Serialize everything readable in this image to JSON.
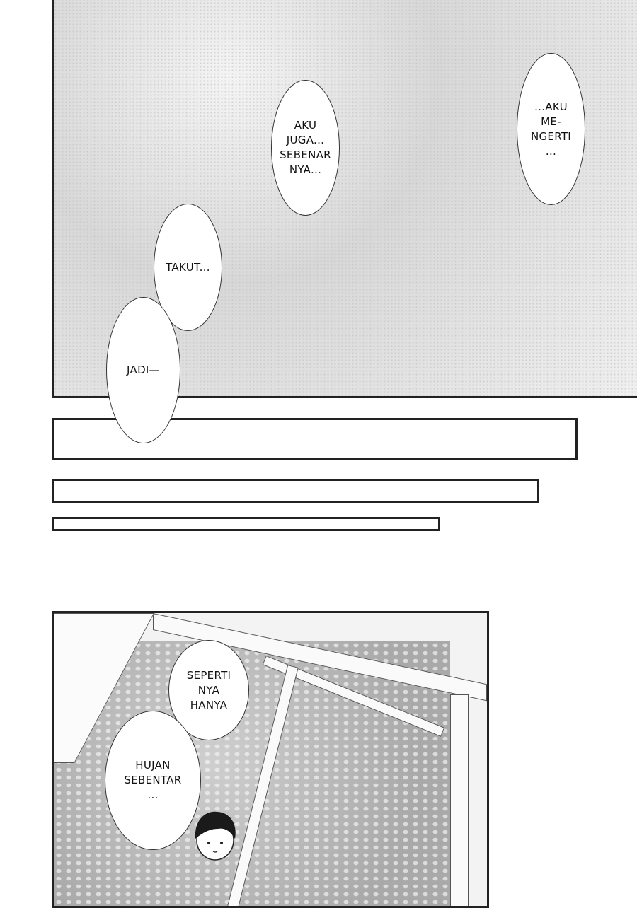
{
  "panel_top": {
    "bubbles": [
      {
        "text": "AKU\nJUGA...\nSEBENAR\nNYA..."
      },
      {
        "text": "...AKU\nME-\nNGERTI\n..."
      },
      {
        "text": "TAKUT..."
      },
      {
        "text": "JADI—"
      }
    ]
  },
  "panel_bottom": {
    "bubbles": [
      {
        "text": "SEPERTI\nNYA\nHANYA"
      },
      {
        "text": "HUJAN\nSEBENTAR\n..."
      }
    ]
  }
}
